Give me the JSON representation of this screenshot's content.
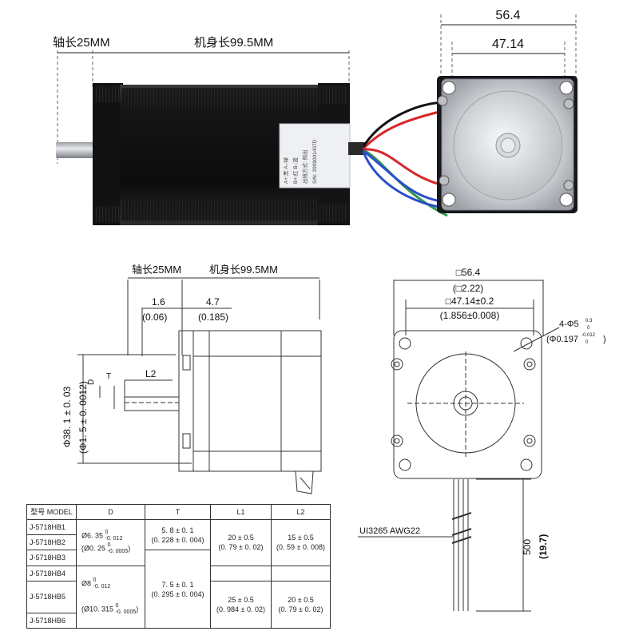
{
  "photo": {
    "shaft_label": "轴长25MM",
    "body_label": "机身长99.5MM",
    "face_outer": "56.4",
    "face_holes": "47.14",
    "sticker_lines": [
      "A+:黑 A-:绿",
      "B+:红 B-:蓝",
      "出线方式: 侧出",
      "S/N: 2009001407D"
    ]
  },
  "side_drawing": {
    "shaft_label": "轴长25MM",
    "body_label": "机身长99.5MM",
    "dim_1": "1.6",
    "dim_1_in": "(0.06)",
    "dim_2": "4.7",
    "dim_2_in": "(0.185)",
    "l2": "L2",
    "d": "D",
    "t": "T",
    "pilot_dia": "Φ38. 1 ± 0. 03",
    "pilot_dia_in": "(Φ1. 5 ± 0. 0012)"
  },
  "front_drawing": {
    "square": "□56.4",
    "square_in": "(□2.22)",
    "holes": "□47.14±0.2",
    "holes_in": "(1.856±0.008)",
    "mount_hole": "4-Φ5",
    "mount_hole_tol_upper": "0.3",
    "mount_hole_tol_lower": "0",
    "mount_hole_in": "(Φ0.197",
    "mount_hole_in_tol_upper": "-0.012",
    "mount_hole_in_tol_lower": "0",
    "mount_hole_in_close": ")",
    "wire": "UI3265  AWG22",
    "lead_len": "500",
    "lead_len_in": "(19.7)"
  },
  "spec_table": {
    "headers": [
      "型号 MODEL",
      "D",
      "T",
      "L1",
      "L2"
    ],
    "models": [
      "J-5718HB1",
      "J-5718HB2",
      "J-5718HB3",
      "J-5718HB4",
      "J-5718HB5",
      "J-5718HB6"
    ],
    "d_group1": {
      "main": "Ø6. 35",
      "main_tol_upper": "0",
      "main_tol_lower": "-0. 012",
      "inch": "(Ø0. 25",
      "inch_tol_upper": "0",
      "inch_tol_lower": "-0. 0005",
      "inch_close": ")"
    },
    "d_group2": {
      "main": "Ø8",
      "main_tol_upper": "0",
      "main_tol_lower": "-0. 012",
      "inch": "(Ø10. 315",
      "inch_tol_upper": "0",
      "inch_tol_lower": "-0. 0005",
      "inch_close": ")"
    },
    "t_group1": {
      "main": "5. 8 ± 0. 1",
      "inch": "(0. 228 ± 0. 004)"
    },
    "t_group2": {
      "main": "7. 5 ± 0. 1",
      "inch": "(0. 295 ± 0. 004)"
    },
    "l1_group1": {
      "main": "20  ± 0.5",
      "inch": "(0. 79 ± 0. 02)"
    },
    "l1_group2": {
      "main": "25  ± 0.5",
      "inch": "(0. 984 ± 0. 02)"
    },
    "l2_b1": {
      "main": "15  ± 0.5",
      "inch": "(0. 59 ± 0. 008)"
    },
    "l2_b4": {
      "main": "20  ± 0.5",
      "inch": "(0. 79 ± 0. 02)"
    }
  },
  "colors": {
    "motor_body": "#1b1b1b",
    "steel": "#c9ccd0",
    "line": "#333333",
    "wire_red": "#d8262b",
    "wire_green": "#2e9d4a",
    "wire_blue": "#2a4fc7",
    "wire_black": "#111111"
  }
}
